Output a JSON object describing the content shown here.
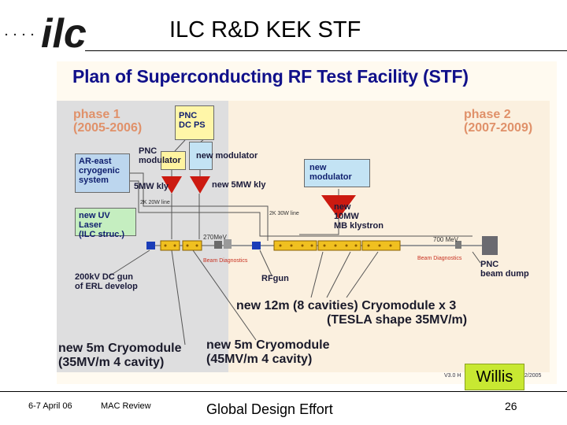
{
  "slide": {
    "title": "ILC R&D  KEK STF",
    "logo_text": "ilc"
  },
  "diagram": {
    "title": "Plan of Superconducting RF Test Facility (STF)",
    "phase1": {
      "label": "phase 1",
      "years": "(2005-2006)"
    },
    "phase2": {
      "label": "phase 2",
      "years": "(2007-2009)"
    },
    "pnc_dcps": {
      "line1": "PNC",
      "line2": "DC PS"
    },
    "pnc_modulator": {
      "line1": "PNC",
      "line2": "modulator"
    },
    "new_modulator_top": "new modulator",
    "ar_east": {
      "line1": "AR-east",
      "line2": "cryogenic",
      "line3": "system"
    },
    "klystron_5mw": "5MW kly",
    "new_klystron_5mw": "new 5MW kly",
    "uv_laser": {
      "line1": "new UV Laser",
      "line2": "(ILC struc.)"
    },
    "line_2k20w": "2K 20W line",
    "line_2k30w": "2K 30W line",
    "new_modulator_p2": {
      "line1": "new",
      "line2": "modulator"
    },
    "klystron_10mw": {
      "line1": "new",
      "line2": "10MW",
      "line3": "MB klystron"
    },
    "energy_270": "270MeV",
    "energy_700": "700 MeV",
    "beam_diag_1": "Beam Diagnostics",
    "beam_diag_2": "Beam Diagnostics",
    "pnc_dump": {
      "line1": "PNC",
      "line2": "beam dump"
    },
    "dc_gun": {
      "line1": "200kV DC gun",
      "line2": "of ERL develop"
    },
    "rf_gun": "RFgun",
    "cryo_12m": {
      "line1": "new 12m (8 cavities) Cryomodule  x 3",
      "line2": "(TESLA shape 35MV/m)"
    },
    "cryo_5m_a": {
      "line1": "new 5m Cryomodule",
      "line2": "(35MV/m 4 cavity)"
    },
    "cryo_5m_b": {
      "line1": "new 5m Cryomodule",
      "line2": "(45MV/m 4 cavity)"
    },
    "version_left": "V3.0 H",
    "version_right": "2/2005",
    "willis": "Willis"
  },
  "footer": {
    "date": "6-7 April 06",
    "event": "MAC Review",
    "org": "Global Design Effort",
    "page": "26"
  },
  "colors": {
    "title_blue": "#10108a",
    "phase_orange": "#e0916a",
    "klystron_red": "#cc1a10",
    "willis_green": "#c8e832"
  }
}
